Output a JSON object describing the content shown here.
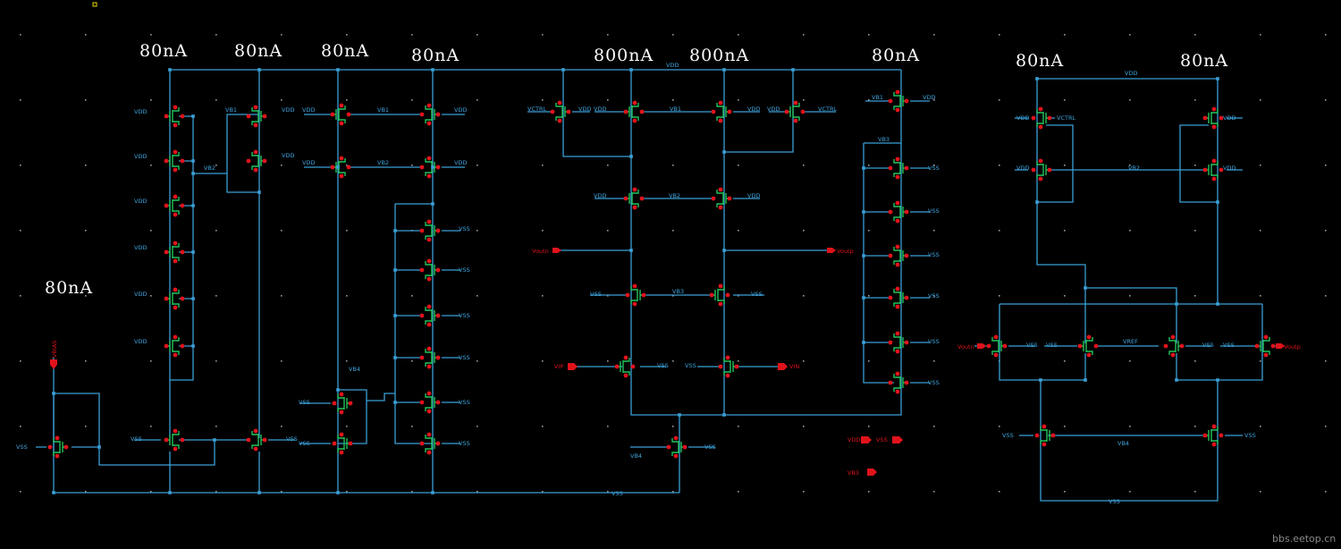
{
  "labels": {
    "cur80_a": "80nA",
    "cur80_b": "80nA",
    "cur80_c": "80nA",
    "cur80_d": "80nA",
    "cur800_a": "800nA",
    "cur800_b": "800nA",
    "cur80_e": "80nA",
    "cur80_f": "80nA",
    "cur80_g": "80nA",
    "cur80_left": "80nA",
    "vdd": "VDD",
    "vss": "VSS",
    "vb1": "VB1",
    "vb2": "VB2",
    "vb3": "VB3",
    "vb4": "VB4",
    "vctrl": "VCTRL",
    "vref": "VREF",
    "vbias": "VBIAS",
    "vip": "VIP",
    "vin": "VIN",
    "voutn": "Voutn",
    "voutp": "Voutp",
    "vb3pin": "VB3",
    "watermark": "bbs.eetop.cn"
  },
  "colors": {
    "wire": "#3b9fd6",
    "transistor": "#22c25a",
    "pin": "#e0131b",
    "background": "#000000",
    "text": "#ffffff"
  }
}
